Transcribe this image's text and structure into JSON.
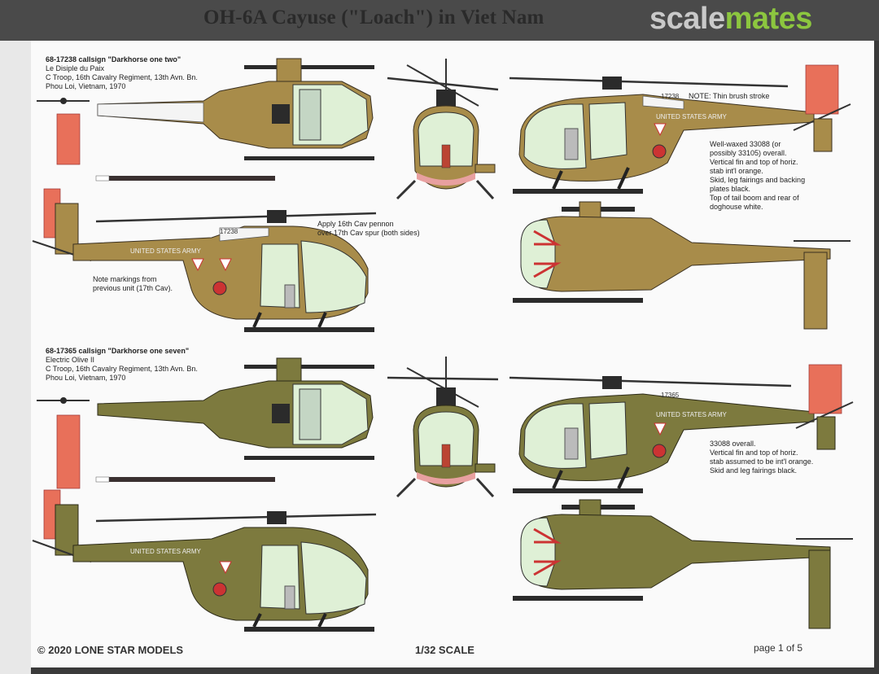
{
  "header": {
    "title": "OH-6A Cayuse (\"Loach\") in Viet Nam",
    "logo_part1": "scale",
    "logo_part2": "mates"
  },
  "aircraft1": {
    "serial_line": "68-17238 callsign \"Darkhorse one two\"",
    "name": "Le Disiple du Paix",
    "unit": "C Troop, 16th Cavalry Regiment, 13th Avn. Bn.",
    "place": "Phou Loi, Vietnam, 1970",
    "note_brush": "NOTE: Thin brush stroke",
    "note_pennon": [
      "Apply 16th Cav pennon",
      "over 17th Cav spur (both sides)"
    ],
    "note_markings": [
      "Note markings from",
      "previous unit (17th Cav)."
    ],
    "colors": [
      "Well-waxed 33088 (or",
      "possibly 33105) overall.",
      "Vertical fin and top of horiz.",
      "stab int'l orange.",
      "Skid, leg fairings and backing",
      "plates black.",
      "Top of tail boom and rear of",
      "doghouse white."
    ],
    "tail_number": "17238",
    "fuselage_text": "UNITED STATES ARMY"
  },
  "aircraft2": {
    "serial_line": "68-17365 callsign \"Darkhorse one seven\"",
    "name": "Electric Olive II",
    "unit": "C Troop, 16th Cavalry Regiment, 13th Avn. Bn.",
    "place": "Phou Loi, Vietnam, 1970",
    "colors": [
      "33088 overall.",
      "Vertical fin and top of horiz.",
      "stab assumed to be int'l orange.",
      "Skid and leg fairings black."
    ],
    "tail_number": "17365",
    "fuselage_text": "UNITED STATES ARMY"
  },
  "footer": {
    "copyright": "© 2020 LONE STAR MODELS",
    "scale": "1/32 SCALE",
    "page": "page 1 of 5"
  }
}
